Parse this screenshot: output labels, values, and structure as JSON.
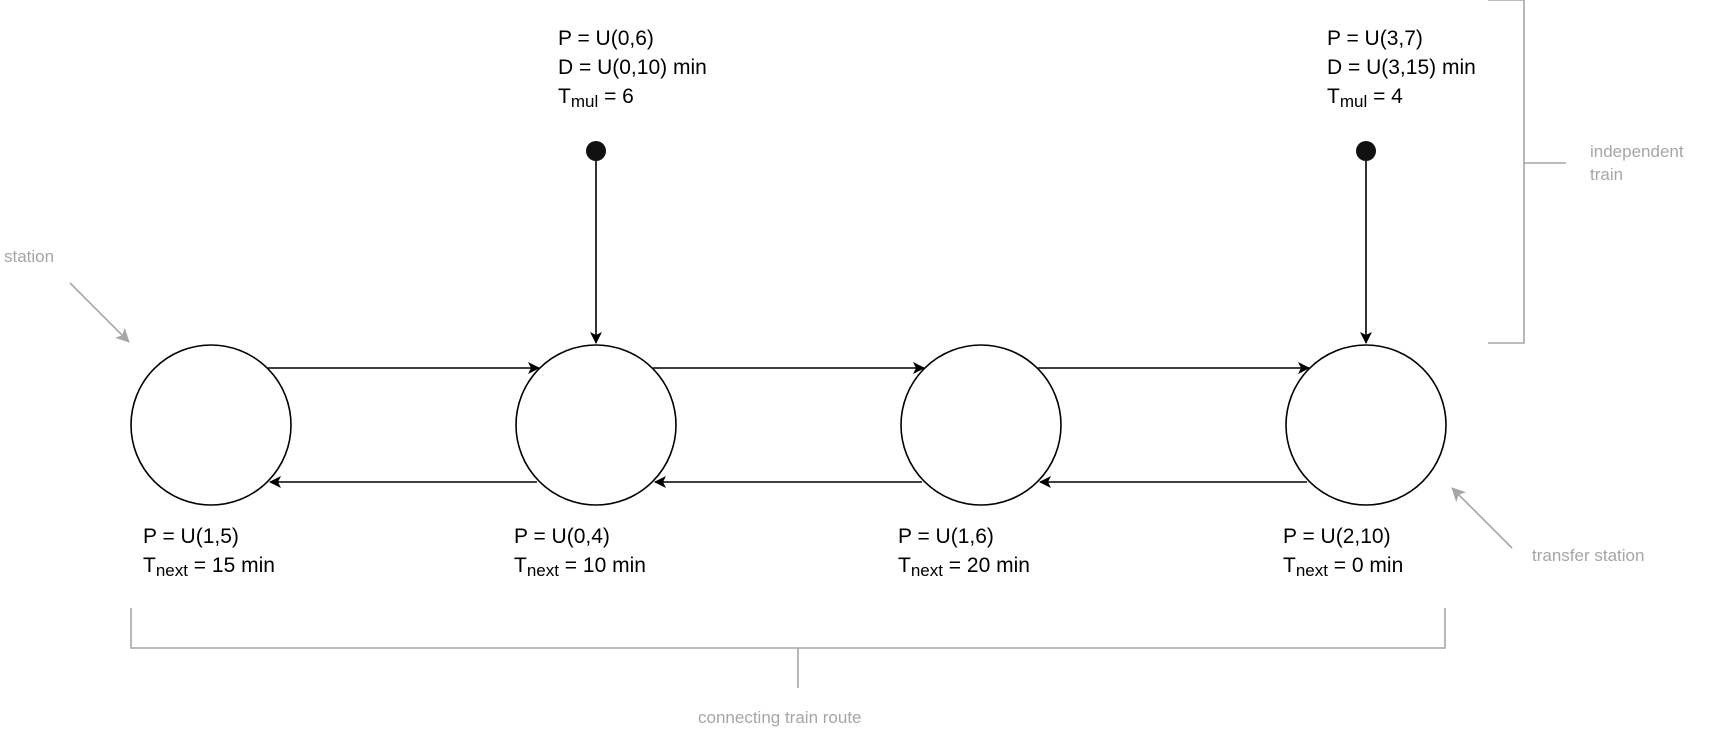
{
  "colors": {
    "ink": "#000000",
    "annotation": "#a6a6a6",
    "background": "#ffffff"
  },
  "stations": [
    {
      "id": "s1",
      "p": "P = U(1,5)",
      "t_symbol": "T",
      "t_sub": "next",
      "t_value": " = 15 min"
    },
    {
      "id": "s2",
      "p": "P = U(0,4)",
      "t_symbol": "T",
      "t_sub": "next",
      "t_value": " = 10 min"
    },
    {
      "id": "s3",
      "p": "P = U(1,6)",
      "t_symbol": "T",
      "t_sub": "next",
      "t_value": " = 20 min"
    },
    {
      "id": "s4",
      "p": "P = U(2,10)",
      "t_symbol": "T",
      "t_sub": "next",
      "t_value": " = 0 min"
    }
  ],
  "independent_trains": [
    {
      "id": "it1",
      "p": "P = U(0,6)",
      "d": "D = U(0,10) min",
      "t_symbol": "T",
      "t_sub": "mul",
      "t_value": " = 6"
    },
    {
      "id": "it2",
      "p": "P = U(3,7)",
      "d": "D = U(3,15) min",
      "t_symbol": "T",
      "t_sub": "mul",
      "t_value": " = 4"
    }
  ],
  "annotations": {
    "station": "station",
    "transfer_station": "transfer station",
    "independent_train_line1": "independent",
    "independent_train_line2": "train",
    "connecting_route": "connecting train route"
  }
}
